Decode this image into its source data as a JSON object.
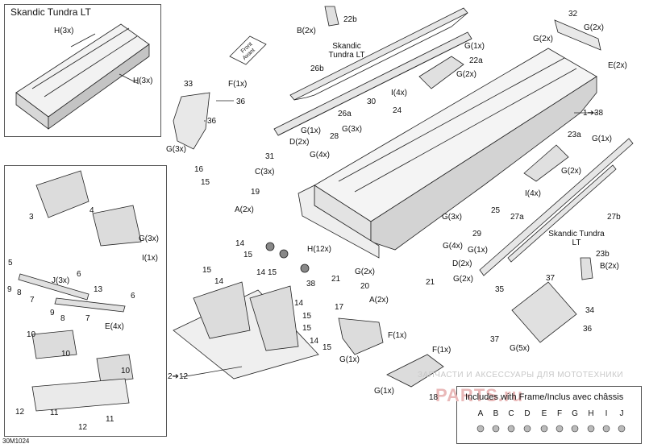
{
  "inset_title": "Skandic Tundra LT",
  "doc_code": "30M1024",
  "front_arrow": {
    "line1": "Front",
    "line2": "Avant"
  },
  "watermark": "ЗАПЧАСТИ И АКСЕССУАРЫ ДЛЯ МОТОТЕХНИКИ",
  "watermark_brand": "PARTS.ru",
  "legend": {
    "title": "Includes with Frame/Inclus avec châssis",
    "letters": [
      "A",
      "B",
      "C",
      "D",
      "E",
      "F",
      "G",
      "H",
      "I",
      "J"
    ]
  },
  "labels": {
    "h3x_a": "H(3x)",
    "h3x_b": "H(3x)",
    "b2x_top": "B(2x)",
    "l22b": "22b",
    "skandic_top": "Skandic Tundra LT",
    "g1x_top": "G(1x)",
    "l26b": "26b",
    "l32": "32",
    "g2x_tr1": "G(2x)",
    "g2x_tr2": "G(2x)",
    "e2x_tr": "E(2x)",
    "l22a": "22a",
    "g2x_22a": "G(2x)",
    "l33": "33",
    "f1x_33": "F(1x)",
    "l36a": "36",
    "l36b": "36",
    "g3x_33": "G(3x)",
    "i4x_a": "I(4x)",
    "l24": "24",
    "l30": "30",
    "l26a": "26a",
    "l138": "1➔38",
    "g1x_26a": "G(1x)",
    "g3x_mid": "G(3x)",
    "d2x_mid": "D(2x)",
    "l28": "28",
    "g4x_a": "G(4x)",
    "l23a": "23a",
    "g1x_right": "G(1x)",
    "g2x_23a": "G(2x)",
    "l31": "31",
    "c3x": "C(3x)",
    "l16": "16",
    "l15_box": "15",
    "l19": "19",
    "a2x_19": "A(2x)",
    "i4x_b": "I(4x)",
    "l25": "25",
    "l27a": "27a",
    "l27b": "27b",
    "skandic_right": "Skandic Tundra LT",
    "g3x_r": "G(3x)",
    "l29": "29",
    "g4x_b": "G(4x)",
    "h12x": "H(12x)",
    "g1x_d": "G(1x)",
    "l23b": "23b",
    "d2x_r": "D(2x)",
    "b2x_r": "B(2x)",
    "g2x_r": "G(2x)",
    "l21a": "21",
    "g2x_21": "G(2x)",
    "l21b": "21",
    "l38": "38",
    "l20": "20",
    "a2x_20": "A(2x)",
    "l35": "35",
    "l37a": "37",
    "l34": "34",
    "l36c": "36",
    "l37b": "37",
    "g5x": "G(5x)",
    "l17": "17",
    "f1x_17": "F(1x)",
    "g1x_17": "G(1x)",
    "f1x_18": "F(1x)",
    "g1x_18": "G(1x)",
    "l18": "18",
    "l3": "3",
    "l4": "4",
    "g3x_l": "G(3x)",
    "i1x": "I(1x)",
    "l5": "5",
    "j3x": "J(3x)",
    "l6a": "6",
    "l9a": "9",
    "l8a": "8",
    "l7a": "7",
    "l13": "13",
    "l6b": "6",
    "l9b": "9",
    "l8b": "8",
    "l7b": "7",
    "e4x": "E(4x)",
    "l10a": "10",
    "l10b": "10",
    "l10c": "10",
    "l12a": "12",
    "l11a": "11",
    "l12b": "12",
    "l11b": "11",
    "l14a": "14",
    "l15a": "15",
    "l15b": "15",
    "l14b": "14",
    "l14c": "14",
    "l15c": "15",
    "l14d": "14",
    "l15d": "15",
    "l15e": "15",
    "l14e": "14",
    "l15f": "15",
    "l212": "2➔12"
  }
}
